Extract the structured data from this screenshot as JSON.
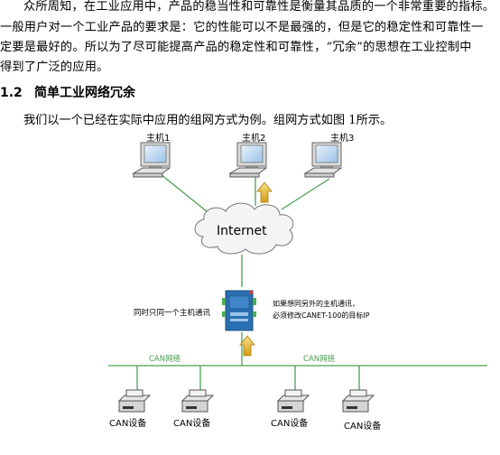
{
  "intro": {
    "line1": "众所周知，在工业应用中，产品的稳当性和可靠性是衡量其品质的一个非常重要的指标。",
    "line2": "一般用户对一个工业产品的要求是：它的性能可以不是最强的，但是它的稳定性和可靠性一",
    "line3": "定要是最好的。所以为了尽可能提高产品的稳定性和可靠性，“冗余”的思想在工业控制中",
    "line4": "得到了广泛的应用。"
  },
  "section": {
    "number": "1.2",
    "title": "简单工业网络冗余"
  },
  "figure_intro": "我们以一个已经在实际中应用的组网方式为例。组网方式如图 1所示。",
  "diagram": {
    "hosts": [
      "主机1",
      "主机2",
      "主机3"
    ],
    "cloud_label": "Internet",
    "left_note": "同时只同一个主机通讯",
    "right_note_line1": "如果想同另外的主机通讯，",
    "right_note_line2": "必须修改CANET-100的目标IP",
    "bus_labels": [
      "CAN网络",
      "CAN网络"
    ],
    "devices": [
      "CAN设备",
      "CAN设备",
      "CAN设备",
      "CAN设备"
    ],
    "colors": {
      "link": "#4aa052",
      "arrow": "#e0b020",
      "device_blue": "#2a6fb0"
    }
  }
}
